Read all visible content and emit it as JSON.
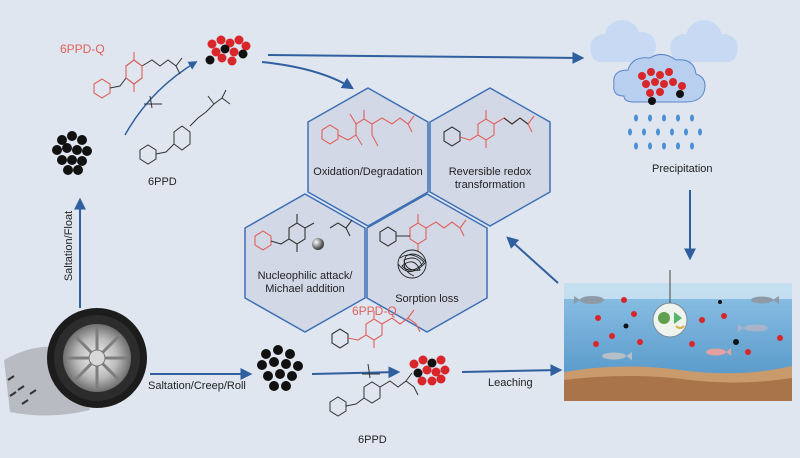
{
  "labels": {
    "top_6ppd_q": "6PPD-Q",
    "top_6ppd": "6PPD",
    "bottom_6ppd_q": "6PPD-Q",
    "bottom_6ppd": "6PPD",
    "saltation_float": "Saltation/Float",
    "saltation_creep_roll": "Saltation/Creep/Roll",
    "leaching": "Leaching",
    "precipitation": "Precipitation"
  },
  "hexagons": [
    {
      "lines": [
        "Oxidation/Degradation"
      ]
    },
    {
      "lines": [
        "Reversible redox",
        "transformation"
      ]
    },
    {
      "lines": [
        "Nucleophilic attack/",
        "Michael addition"
      ]
    },
    {
      "lines": [
        "Sorption loss"
      ]
    }
  ],
  "colors": {
    "background": "#dfe6f0",
    "hexagon_fill": "#d3d8e6",
    "hexagon_stroke": "#3d6fb5",
    "arrow": "#2f5f9e",
    "quinone_red": "#e0605a",
    "particle_black": "#111111",
    "particle_red": "#d9262a",
    "cloud_blue": "#b9cff0",
    "rain": "#4a8fd6"
  }
}
